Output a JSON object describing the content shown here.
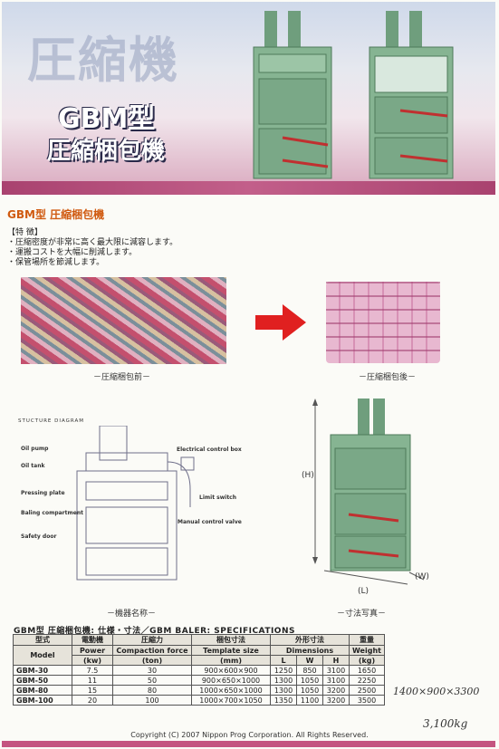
{
  "banner": {
    "ghost_title": "圧縮機",
    "model": "GBM型",
    "subtitle": "圧縮梱包機"
  },
  "section": {
    "title": "GBM型 圧縮梱包機",
    "features_heading": "【特 徴】",
    "features": [
      "・圧縮密度が非常に高く最大限に減容します。",
      "・運搬コストを大幅に削減します。",
      "・保管場所を節減します。"
    ],
    "before_caption": "－圧縮梱包前－",
    "after_caption": "－圧縮梱包後－"
  },
  "diagram": {
    "title": "STUCTURE DIAGRAM",
    "labels_left": [
      "Oil pump",
      "Oil tank",
      "Pressing plate",
      "Baling compartment",
      "Safety door"
    ],
    "labels_right": [
      "Electrical control box",
      "Limit switch",
      "Manual control valve"
    ],
    "caption": "－機器名称－"
  },
  "photo": {
    "h_label": "(H)",
    "l_label": "(L)",
    "w_label": "(W)",
    "caption": "－寸法写真－"
  },
  "specs": {
    "title": "GBM型 圧縮梱包機: 仕様・寸法／GBM BALER: SPECIFICATIONS",
    "header_jp": [
      "型式",
      "電動機",
      "圧縮力",
      "梱包寸法",
      "外形寸法",
      "重量"
    ],
    "header_en": [
      "Model",
      "Power",
      "Compaction force",
      "Template size",
      "Dimensions",
      "Weight"
    ],
    "units": [
      "(kw)",
      "(ton)",
      "(mm)",
      "L",
      "W",
      "H",
      "(kg)"
    ],
    "rows": [
      [
        "GBM-30",
        "7.5",
        "30",
        "900×600×900",
        "1250",
        "850",
        "3100",
        "1650"
      ],
      [
        "GBM-50",
        "11",
        "50",
        "900×650×1000",
        "1300",
        "1050",
        "3100",
        "2250"
      ],
      [
        "GBM-80",
        "15",
        "80",
        "1000×650×1000",
        "1300",
        "1050",
        "3200",
        "2500"
      ],
      [
        "GBM-100",
        "20",
        "100",
        "1000×700×1050",
        "1350",
        "1100",
        "3200",
        "3500"
      ]
    ]
  },
  "handwriting": {
    "dims": "1400×900×3300",
    "weight": "3,100kg"
  },
  "footer": {
    "copyright": "Copyright (C) 2007 Nippon Prog Corporation. All Rights Reserved."
  },
  "colors": {
    "accent_pink": "#c45580",
    "section_orange": "#d05a10",
    "machine_green": "#7fae8a",
    "arrow_red": "#e02020"
  }
}
